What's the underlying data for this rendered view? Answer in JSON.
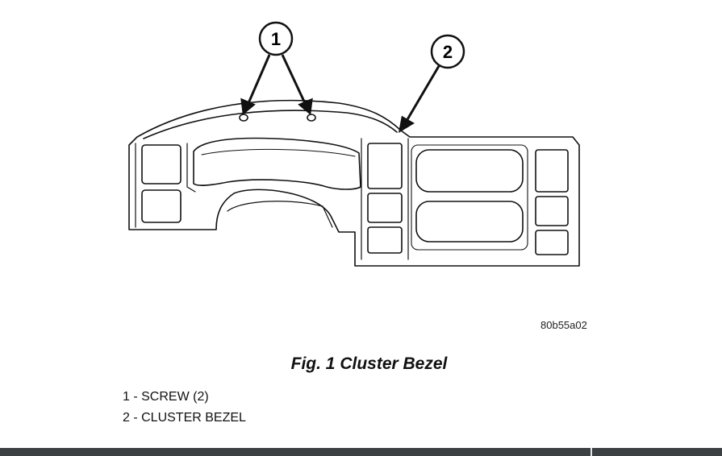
{
  "figure": {
    "code": "80b55a02",
    "caption": "Fig. 1 Cluster Bezel"
  },
  "callouts": [
    {
      "number": "1"
    },
    {
      "number": "2"
    }
  ],
  "legend": [
    {
      "text": "1 - SCREW (2)"
    },
    {
      "text": "2 - CLUSTER BEZEL"
    }
  ],
  "colors": {
    "line": "#111111",
    "background": "#ffffff",
    "bottom_bar": "#3c4043"
  }
}
